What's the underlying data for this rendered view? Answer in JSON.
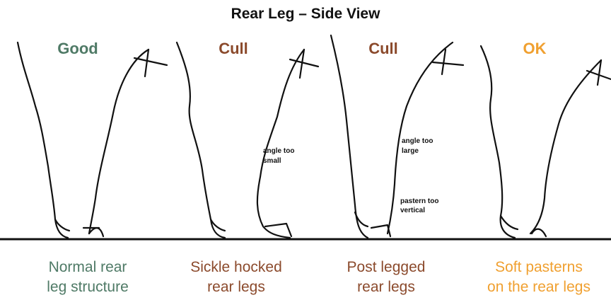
{
  "title": "Rear Leg – Side View",
  "panels": [
    {
      "grade": "Good",
      "grade_color": "#4f7a66",
      "caption_lines": [
        "Normal rear",
        "leg structure"
      ],
      "notes": []
    },
    {
      "grade": "Cull",
      "grade_color": "#8b4a2c",
      "caption_lines": [
        "Sickle hocked",
        "rear legs"
      ],
      "notes": [
        "angle too",
        "small"
      ]
    },
    {
      "grade": "Cull",
      "grade_color": "#8b4a2c",
      "caption_lines": [
        "Post legged",
        "rear legs"
      ],
      "notes": [
        "angle too",
        "large",
        "pastern too",
        "vertical"
      ]
    },
    {
      "grade": "OK",
      "grade_color": "#f0a030",
      "caption_lines": [
        "Soft pasterns",
        "on the rear legs"
      ],
      "notes": []
    }
  ]
}
